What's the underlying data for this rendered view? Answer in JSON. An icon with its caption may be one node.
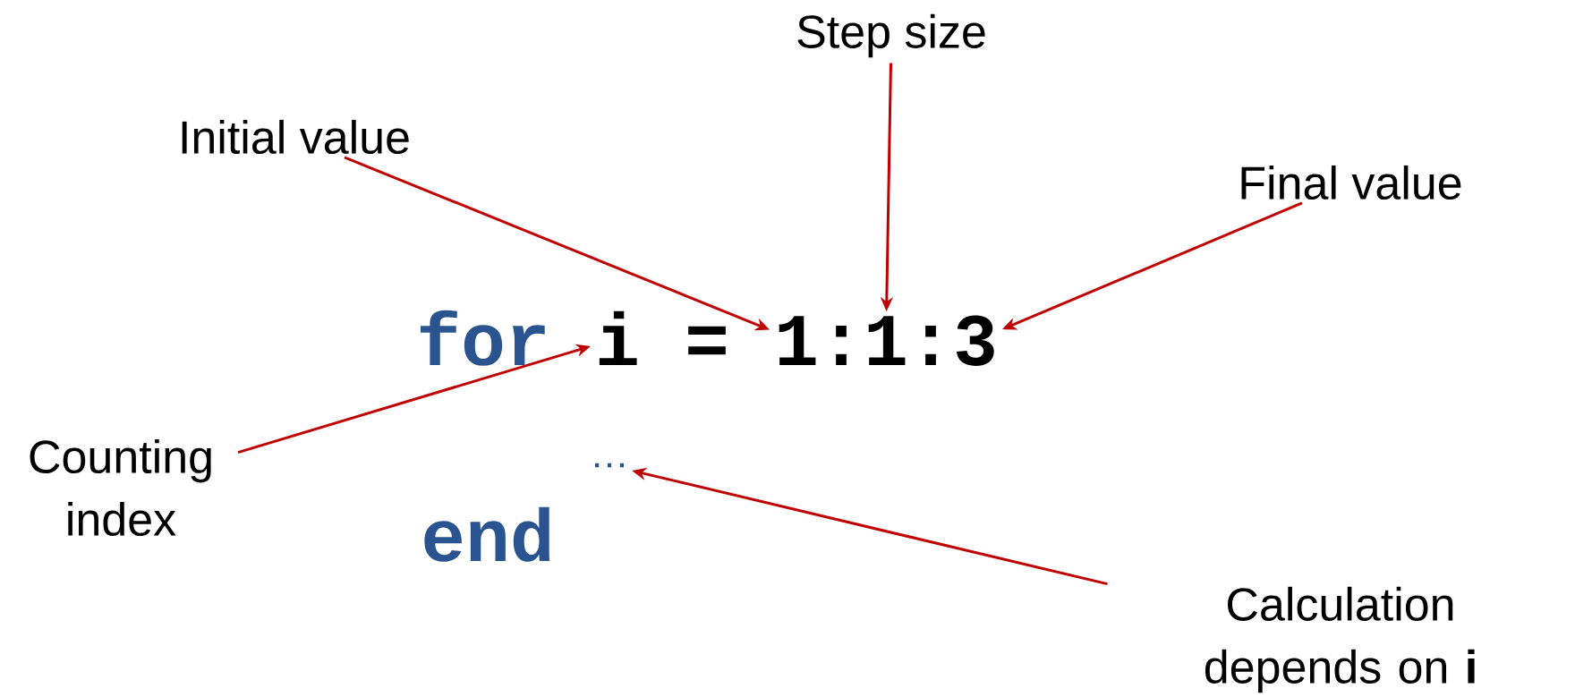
{
  "diagram": {
    "nodes": [
      {
        "text": [
          "Step size"
        ]
      },
      {
        "text": [
          "Initial value"
        ]
      },
      {
        "text": [
          "Final value"
        ]
      },
      {
        "text": [
          "i"
        ]
      },
      {
        "text": [
          "1"
        ]
      },
      {
        "text": [
          "1"
        ]
      },
      {
        "text": [
          "3"
        ]
      },
      {
        "text": [
          "Counting index"
        ]
      },
      {
        "text": [
          "…"
        ]
      },
      {
        "text": [
          "Calculation depends on **i**"
        ]
      }
    ],
    "edges": [
      {
        "from": 1,
        "to": 4,
        "arrow": "to"
      },
      {
        "from": 0,
        "to": 5,
        "arrow": "to"
      },
      {
        "from": 2,
        "to": 6,
        "arrow": "to"
      },
      {
        "from": 7,
        "to": 3,
        "arrow": "to"
      },
      {
        "from": 9,
        "to": 8,
        "arrow": "to"
      }
    ],
    "labels": [
      "for",
      "=",
      ":",
      ":",
      "end"
    ]
  }
}
